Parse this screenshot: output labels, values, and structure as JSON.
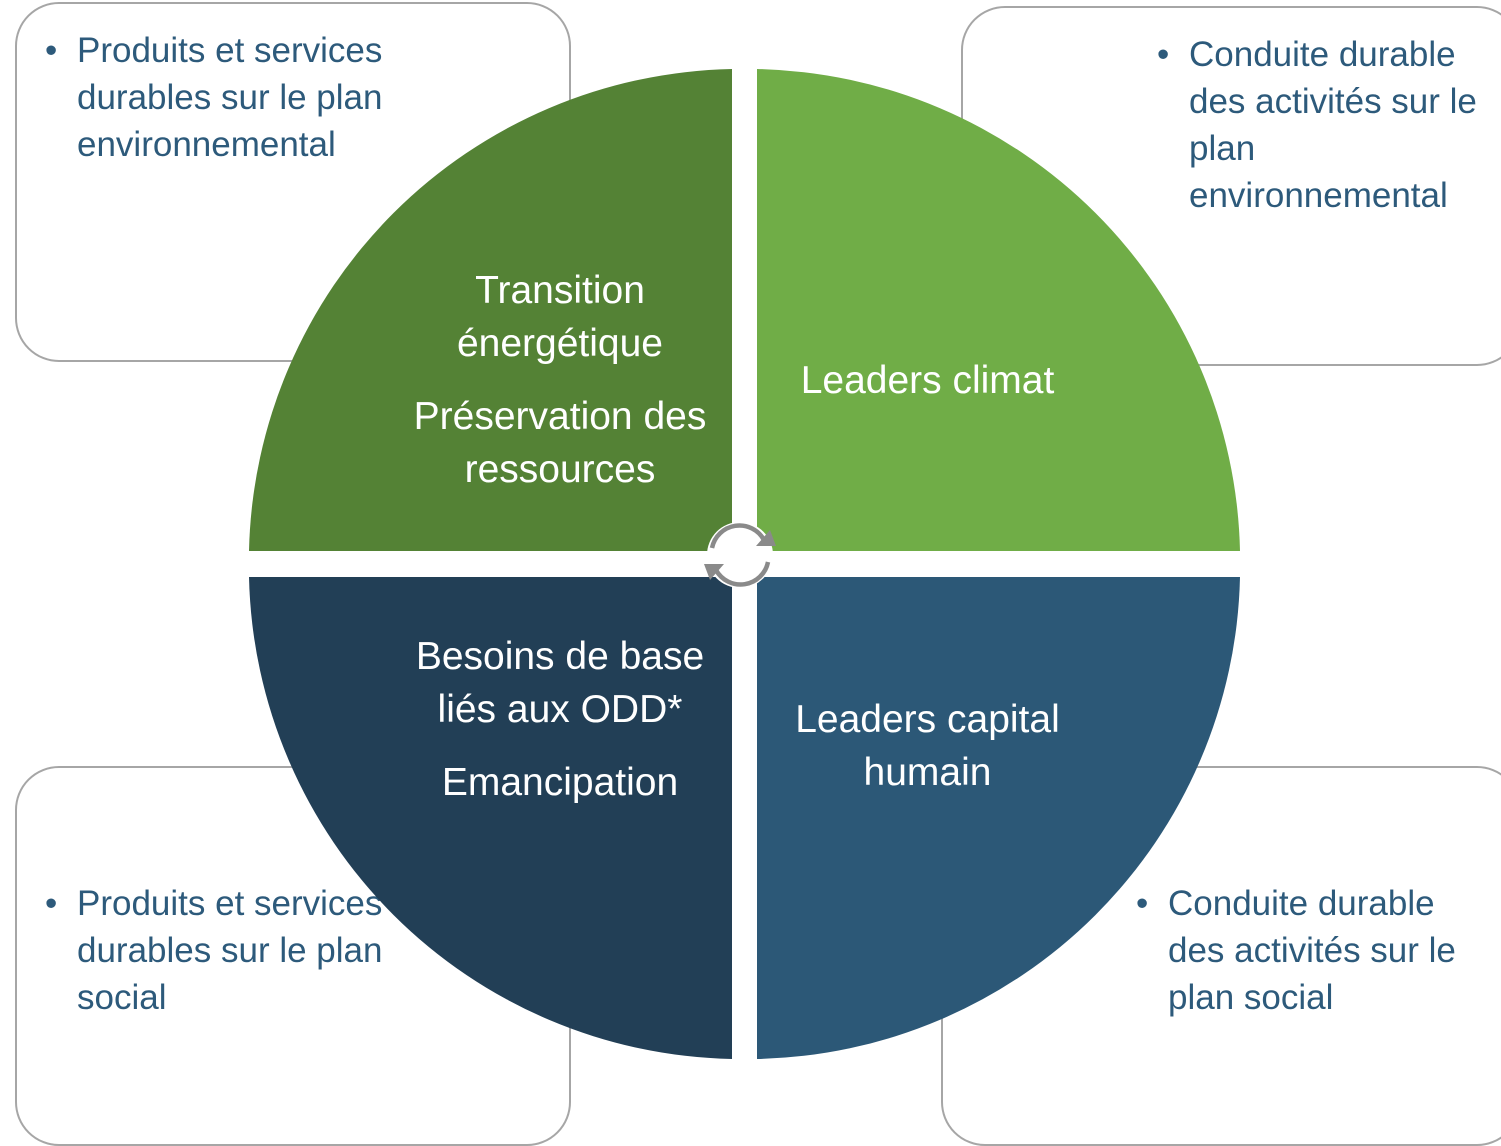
{
  "colors": {
    "dark_green": "#548235",
    "light_green": "#70ad47",
    "dark_navy": "#223f56",
    "steel_blue": "#2c5877",
    "outer_text": "#2d5a7b",
    "box_border": "#a6a6a6"
  },
  "quadrants": {
    "top_left": {
      "line1": "Transition énergétique",
      "line2": "Préservation des ressources"
    },
    "top_right": {
      "line1": "Leaders climat"
    },
    "bottom_left": {
      "line1": "Besoins de base liés aux ODD*",
      "line2": "Emancipation"
    },
    "bottom_right": {
      "line1": "Leaders capital humain"
    }
  },
  "corner_boxes": {
    "top_left": "Produits et services durables sur le plan environnemental",
    "top_right": "Conduite durable des activités sur le plan environnemental",
    "bottom_left": "Produits et services durables sur le plan social",
    "bottom_right": "Conduite durable des activités sur le plan social"
  },
  "center_icon": "cycle-arrows-icon"
}
